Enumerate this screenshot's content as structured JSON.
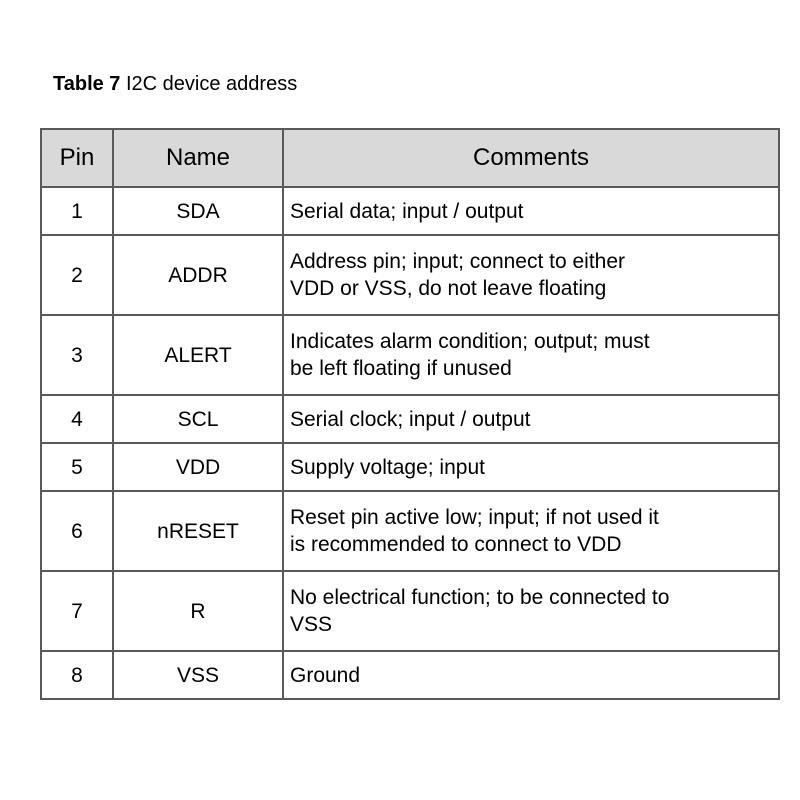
{
  "document": {
    "background_color": "#ffffff",
    "text_color": "#000000",
    "caption": {
      "label": "Table 7",
      "text": " I2C device address"
    }
  },
  "table": {
    "header_background": "#d9d9d9",
    "border_color": "#5a5a5a",
    "columns": [
      "Pin",
      "Name",
      "Comments"
    ],
    "rows": [
      {
        "pin": "1",
        "name": "SDA",
        "comment_lines": [
          "Serial data; input / output"
        ]
      },
      {
        "pin": "2",
        "name": "ADDR",
        "comment_lines": [
          "Address pin; input; connect to either",
          "VDD or VSS, do not leave floating"
        ]
      },
      {
        "pin": "3",
        "name": "ALERT",
        "comment_lines": [
          "Indicates alarm condition; output; must",
          "be left floating if unused"
        ]
      },
      {
        "pin": "4",
        "name": "SCL",
        "comment_lines": [
          "Serial clock; input / output"
        ]
      },
      {
        "pin": "5",
        "name": "VDD",
        "comment_lines": [
          "Supply voltage; input"
        ]
      },
      {
        "pin": "6",
        "name": "nRESET",
        "comment_lines": [
          "Reset pin active low; input; if not used it",
          "is recommended to connect to VDD"
        ]
      },
      {
        "pin": "7",
        "name": "R",
        "comment_lines": [
          "No electrical function; to be connected to",
          "VSS"
        ]
      },
      {
        "pin": "8",
        "name": "VSS",
        "comment_lines": [
          "Ground"
        ]
      }
    ]
  }
}
